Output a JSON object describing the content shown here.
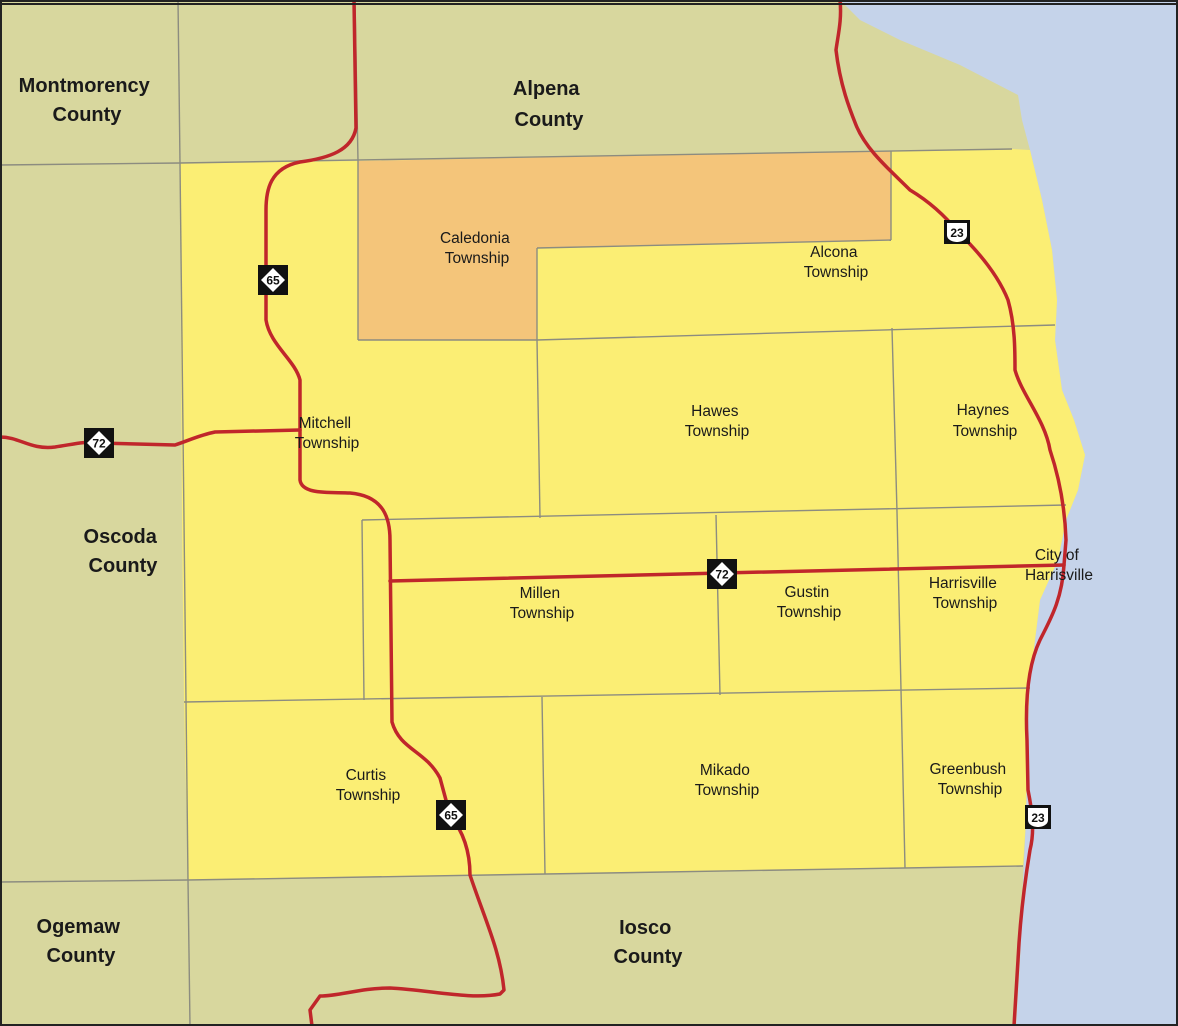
{
  "colors": {
    "water": "#c5d3ea",
    "outside_county": "#d8d79e",
    "township": "#fbee74",
    "highlighted_township": "#f4c57a",
    "boundary": "#8c8c80",
    "road": "#c0262b",
    "shield": "#111111"
  },
  "counties": [
    {
      "id": "montmorency",
      "line1": "Montmorency",
      "line2": "County"
    },
    {
      "id": "alpena",
      "line1": "Alpena",
      "line2": "County"
    },
    {
      "id": "oscoda",
      "line1": "Oscoda",
      "line2": "County"
    },
    {
      "id": "ogemaw",
      "line1": "Ogemaw",
      "line2": "County"
    },
    {
      "id": "iosco",
      "line1": "Iosco",
      "line2": "County"
    }
  ],
  "townships": [
    {
      "id": "caledonia",
      "line1": "Caledonia",
      "line2": "Township",
      "highlighted": true
    },
    {
      "id": "alcona",
      "line1": "Alcona",
      "line2": "Township",
      "highlighted": false
    },
    {
      "id": "mitchell",
      "line1": "Mitchell",
      "line2": "Township",
      "highlighted": false
    },
    {
      "id": "hawes",
      "line1": "Hawes",
      "line2": "Township",
      "highlighted": false
    },
    {
      "id": "haynes",
      "line1": "Haynes",
      "line2": "Township",
      "highlighted": false
    },
    {
      "id": "millen",
      "line1": "Millen",
      "line2": "Township",
      "highlighted": false
    },
    {
      "id": "gustin",
      "line1": "Gustin",
      "line2": "Township",
      "highlighted": false
    },
    {
      "id": "harrisville",
      "line1": "Harrisville",
      "line2": "Township",
      "highlighted": false
    },
    {
      "id": "curtis",
      "line1": "Curtis",
      "line2": "Township",
      "highlighted": false
    },
    {
      "id": "mikado",
      "line1": "Mikado",
      "line2": "Township",
      "highlighted": false
    },
    {
      "id": "greenbush",
      "line1": "Greenbush",
      "line2": "Township",
      "highlighted": false
    }
  ],
  "city": {
    "line1": "City of",
    "line2": "Harrisville"
  },
  "highway_shields": [
    {
      "id": "m65-north",
      "route": "65",
      "type": "state-route-shield"
    },
    {
      "id": "m65-south",
      "route": "65",
      "type": "state-route-shield"
    },
    {
      "id": "m72-west",
      "route": "72",
      "type": "state-route-shield"
    },
    {
      "id": "m72-east",
      "route": "72",
      "type": "state-route-shield"
    },
    {
      "id": "us23-north",
      "route": "23",
      "type": "us-route-shield"
    },
    {
      "id": "us23-south",
      "route": "23",
      "type": "us-route-shield"
    }
  ]
}
